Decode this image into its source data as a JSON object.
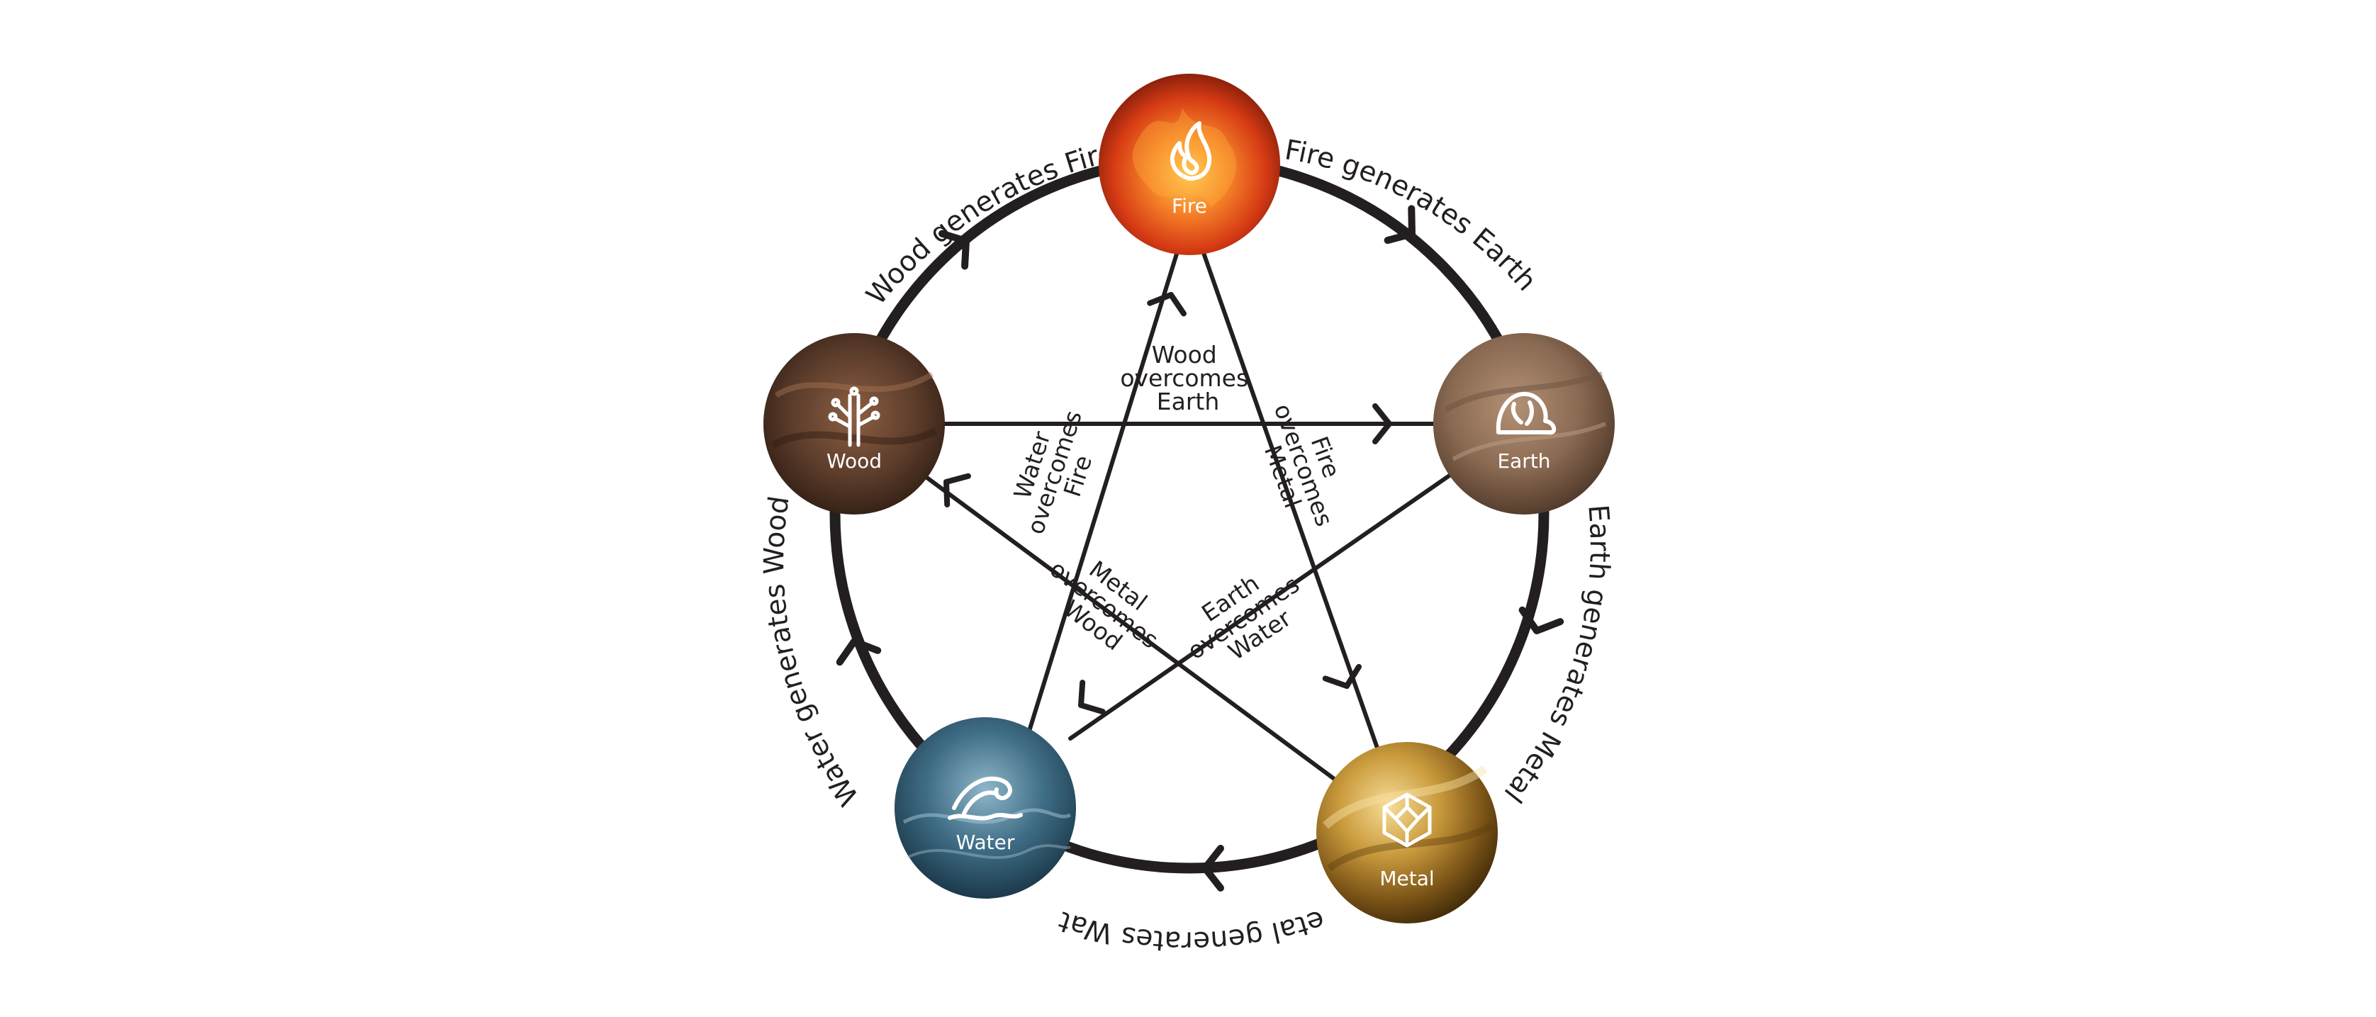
{
  "elements": {
    "fire": "Fire",
    "earth": "Earth",
    "metal": "Metal",
    "water": "Water",
    "wood": "Wood"
  },
  "generating_cycle": {
    "wood_fire": "Wood generates Fire",
    "fire_earth": "Fire generates Earth",
    "earth_metal": "Earth generates Metal",
    "metal_water": "Metal generates Water",
    "water_wood": "Water generates Wood"
  },
  "overcoming_cycle": {
    "wood_earth": [
      "Wood",
      "overcomes",
      "Earth"
    ],
    "fire_metal": [
      "Fire",
      "overcomes",
      "Metal"
    ],
    "earth_water": [
      "Earth",
      "overcomes",
      "Water"
    ],
    "metal_wood": [
      "Metal",
      "overcomes",
      "Wood"
    ],
    "water_fire": [
      "Water",
      "overcomes",
      "Fire"
    ]
  },
  "colors": {
    "line": "#231f20",
    "label_text": "#231f20",
    "node_text": "#ffffff",
    "fire": "#e4561b",
    "earth": "#8a6a52",
    "metal": "#b88a2e",
    "water": "#3f6d86",
    "wood": "#5a3b2a"
  },
  "icons": {
    "fire": "flame-icon",
    "earth": "rock-icon",
    "metal": "crystal-icon",
    "water": "wave-icon",
    "wood": "tree-icon"
  }
}
